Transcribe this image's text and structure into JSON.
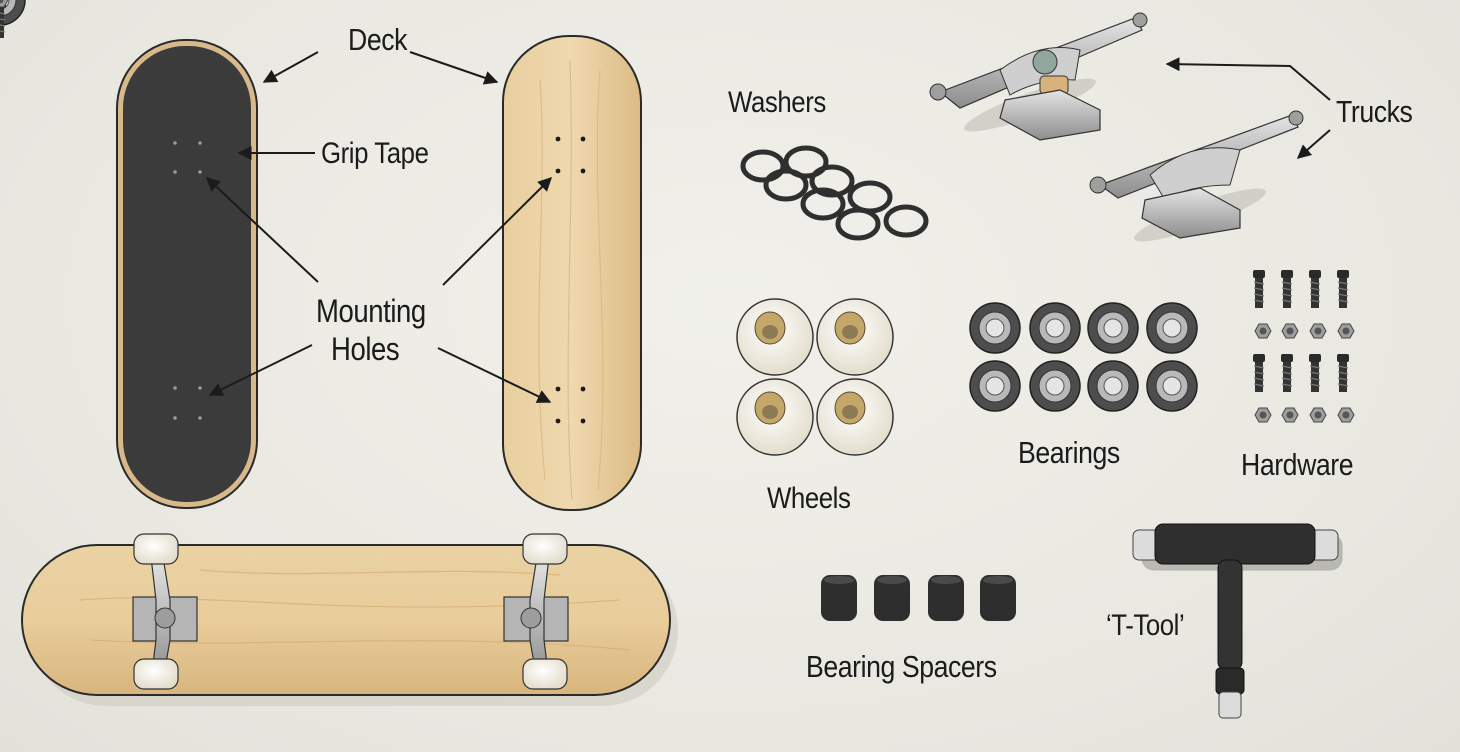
{
  "diagram": {
    "type": "labeled-illustration",
    "subject": "Skateboard components",
    "background_color": "#ecebe4",
    "labels": {
      "deck": "Deck",
      "grip_tape": "Grip Tape",
      "mounting_holes_line1": "Mounting",
      "mounting_holes_line2": "Holes",
      "washers": "Washers",
      "trucks": "Trucks",
      "wheels": "Wheels",
      "bearings": "Bearings",
      "hardware": "Hardware",
      "bearing_spacers": "Bearing Spacers",
      "t_tool": "‘T-Tool’"
    },
    "components": [
      {
        "name": "Deck",
        "views": [
          "top with grip tape",
          "bottom wood"
        ],
        "count": 2
      },
      {
        "name": "Grip Tape",
        "color": "#3a3a3a"
      },
      {
        "name": "Mounting Holes",
        "per_deck": 8
      },
      {
        "name": "Washers",
        "count": 8,
        "color": "#2f2f2f"
      },
      {
        "name": "Trucks",
        "count": 2,
        "color": "#c9c9c9"
      },
      {
        "name": "Wheels",
        "count": 4,
        "color": "#f3efe4"
      },
      {
        "name": "Bearings",
        "count": 8,
        "color": "#5a5a5a"
      },
      {
        "name": "Hardware",
        "bolts": 8,
        "nuts": 8
      },
      {
        "name": "Bearing Spacers",
        "count": 4,
        "color": "#2e2e2e"
      },
      {
        "name": "T-Tool",
        "count": 1,
        "color": "#2f2f2f"
      },
      {
        "name": "Assembled board",
        "view": "bottom with trucks and wheels"
      }
    ],
    "colors": {
      "wood": "#e6c99a",
      "wood_dark": "#d2ad74",
      "grip": "#3b3b3b",
      "metal": "#c8c8c8",
      "ink": "#1b1b1b"
    }
  }
}
